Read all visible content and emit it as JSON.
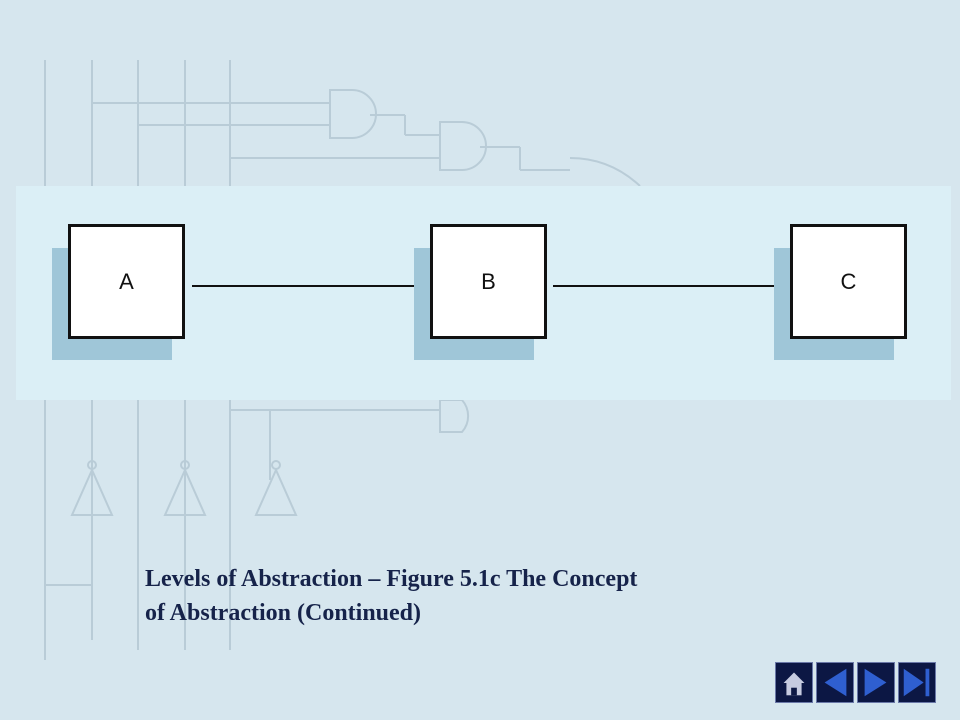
{
  "diagram": {
    "boxes": [
      {
        "id": "a",
        "label": "A"
      },
      {
        "id": "b",
        "label": "B"
      },
      {
        "id": "c",
        "label": "C"
      }
    ]
  },
  "caption": {
    "line1": "Levels of Abstraction – Figure 5.1c The Concept",
    "line2": "of Abstraction (Continued)"
  },
  "nav": {
    "buttons": [
      {
        "icon": "home-icon"
      },
      {
        "icon": "previous-arrow-icon"
      },
      {
        "icon": "next-arrow-icon"
      },
      {
        "icon": "last-slide-icon"
      }
    ]
  },
  "colors": {
    "background": "#d6e6ee",
    "panel": "#dbeff6",
    "box_shadow": "#9fc6d8",
    "caption_text": "#16234a",
    "nav_button": "#0c1744",
    "nav_icon": "#2f5fd0"
  }
}
